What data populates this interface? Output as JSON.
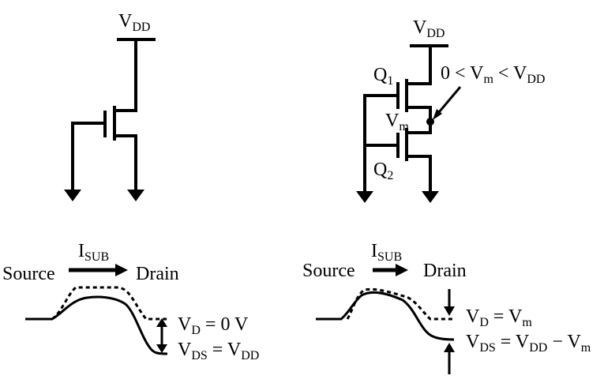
{
  "circuit_left": {
    "vdd": {
      "main": "V",
      "sub": "DD"
    }
  },
  "circuit_right": {
    "vdd": {
      "main": "V",
      "sub": "DD"
    },
    "q1": {
      "main": "Q",
      "sub": "1"
    },
    "q2": {
      "main": "Q",
      "sub": "2"
    },
    "vm": {
      "main": "V",
      "sub": "m"
    },
    "condition": {
      "p1": "0 < V",
      "s1": "m",
      "p2": " < V",
      "s2": "DD"
    }
  },
  "band_left": {
    "isub": {
      "main": "I",
      "sub": "SUB"
    },
    "source": "Source",
    "drain": "Drain",
    "vd": {
      "p1": "V",
      "s1": "D",
      "p2": " = 0 V"
    },
    "vds": {
      "p1": "V",
      "s1": "DS",
      "p2": " = V",
      "s2": "DD"
    }
  },
  "band_right": {
    "isub": {
      "main": "I",
      "sub": "SUB"
    },
    "source": "Source",
    "drain": "Drain",
    "vd": {
      "p1": "V",
      "s1": "D",
      "p2": " = V",
      "s2": "m"
    },
    "vds": {
      "p1": "V",
      "s1": "DS",
      "p2": " = V",
      "s2": "DD",
      "p3": " − V",
      "s3": "m"
    }
  }
}
